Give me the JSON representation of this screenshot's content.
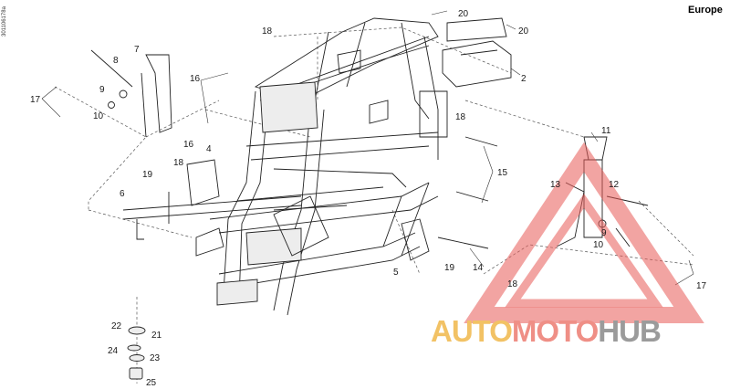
{
  "diagram": {
    "region_label": "Europe",
    "document_id": "301106178a",
    "callouts": {
      "c2": "2",
      "c4": "4",
      "c5": "5",
      "c6": "6",
      "c7": "7",
      "c8": "8",
      "c9a": "9",
      "c9b": "9",
      "c10a": "10",
      "c10b": "10",
      "c11": "11",
      "c12": "12",
      "c13": "13",
      "c14": "14",
      "c15": "15",
      "c16a": "16",
      "c16b": "16",
      "c17a": "17",
      "c17b": "17",
      "c18a": "18",
      "c18b": "18",
      "c18c": "18",
      "c18d": "18",
      "c19a": "19",
      "c19b": "19",
      "c20a": "20",
      "c20b": "20",
      "c21": "21",
      "c22": "22",
      "c23": "23",
      "c24": "24",
      "c25": "25"
    }
  },
  "watermark": {
    "part1": "AUTO",
    "part2": "MOTO",
    "part3": "HUB",
    "colors": {
      "auto": "#f2c265",
      "moto": "#ef8f86",
      "hub": "#9b9b9b",
      "triangle": "#e85a55"
    }
  }
}
